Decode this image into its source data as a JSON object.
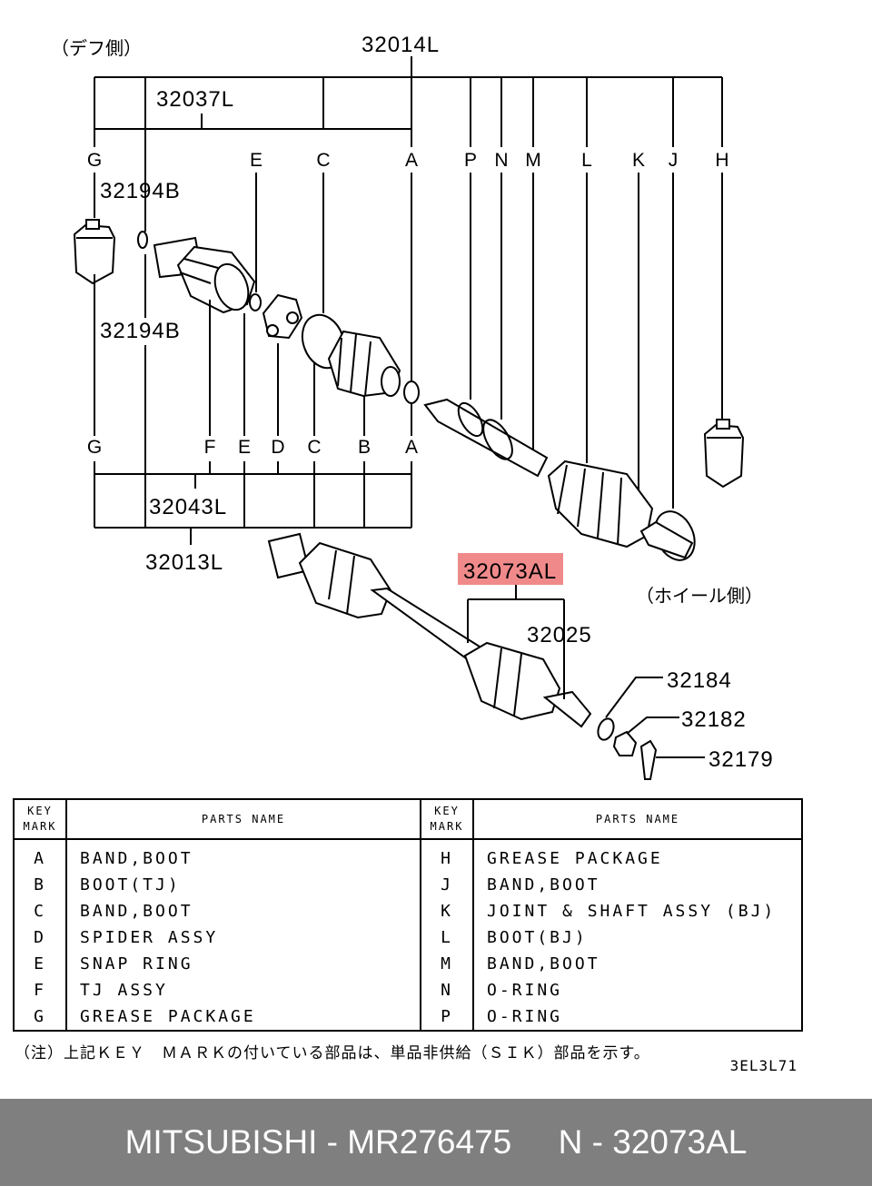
{
  "diagram": {
    "side_left": "（デフ側）",
    "side_right": "（ホイール側）",
    "part_numbers": {
      "p32014L": "32014L",
      "p32037L": "32037L",
      "p32194B_top": "32194B",
      "p32194B_bottom": "32194B",
      "p32043L": "32043L",
      "p32013L": "32013L",
      "p32073AL": "32073AL",
      "p32025": "32025",
      "p32184": "32184",
      "p32182": "32182",
      "p32179": "32179"
    },
    "top_keys": [
      "G",
      "E",
      "C",
      "A",
      "P",
      "N",
      "M",
      "L",
      "K",
      "J",
      "H"
    ],
    "bottom_keys": [
      "G",
      "F",
      "E",
      "D",
      "C",
      "B",
      "A"
    ],
    "highlight_color": "#f08a8a"
  },
  "table": {
    "header_key": [
      "KEY",
      "MARK"
    ],
    "header_name": "PARTS NAME",
    "rows": [
      {
        "k1": "A",
        "n1": "BAND,BOOT",
        "k2": "H",
        "n2": "GREASE PACKAGE"
      },
      {
        "k1": "B",
        "n1": "BOOT(TJ)",
        "k2": "J",
        "n2": "BAND,BOOT"
      },
      {
        "k1": "C",
        "n1": "BAND,BOOT",
        "k2": "K",
        "n2": "JOINT & SHAFT ASSY (BJ)"
      },
      {
        "k1": "D",
        "n1": "SPIDER ASSY",
        "k2": "L",
        "n2": "BOOT(BJ)"
      },
      {
        "k1": "E",
        "n1": "SNAP RING",
        "k2": "M",
        "n2": "BAND,BOOT"
      },
      {
        "k1": "F",
        "n1": "TJ ASSY",
        "k2": "N",
        "n2": "O-RING"
      },
      {
        "k1": "G",
        "n1": "GREASE PACKAGE",
        "k2": "P",
        "n2": "O-RING"
      }
    ]
  },
  "footnote": "（注）上記ＫＥＹ　ＭＡＲＫの付いている部品は、単品非供給（ＳＩＫ）部品を示す。",
  "drawing_code": "3EL3L71",
  "footer": "MITSUBISHI - MR276475     N - 32073AL"
}
